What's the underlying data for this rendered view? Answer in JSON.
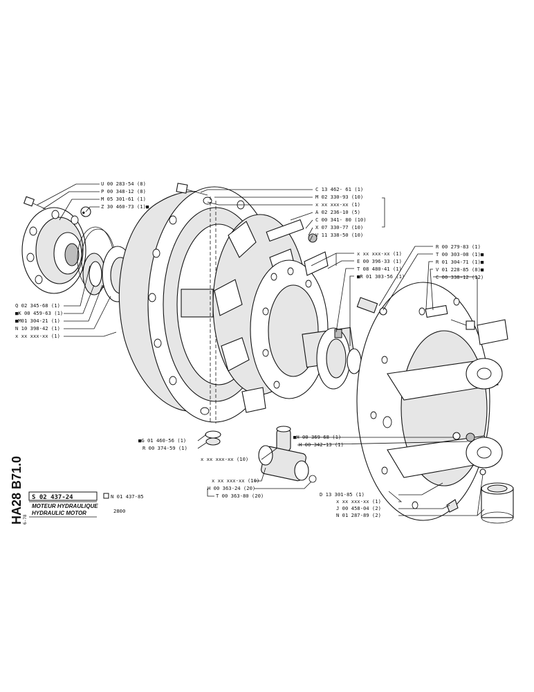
{
  "document": {
    "drawing_number": "S 02 437-24",
    "replaces": "N 01 437-85",
    "title_fr": "MOTEUR HYDRAULIQUE",
    "title_en": "HYDRAULIC MOTOR",
    "model": "2800",
    "side_code": "HA28 B71.0",
    "side_small": "6-78"
  },
  "labels_top_left": [
    "U 00 283-54 (8)",
    "P 00 348-12 (8)",
    "M 05 301-61 (1)",
    "Z 30 460-73 (1)■"
  ],
  "labels_left": [
    "Q 02 345-68 (1)",
    "■K 00 459-63 (1)",
    "■M01 304-21 (1)",
    "N 10 398-42 (1)",
    "x xx xxx-xx (1)"
  ],
  "labels_top_center": [
    "C 13 462- 61 (1)",
    "M 02 330-93 (10)",
    "x xx xxx-xx (1)",
    "A 02 236-10 (5)",
    "C 00 341- 80 (10)",
    "X 07 330-77 (10)",
    "V 11 338-50 (10)"
  ],
  "labels_center_right": [
    "x xx xxx-xx (1)",
    "E 00 396-33 (1)",
    "T 08 480-41 (1)",
    "■R 01 303-56 (1)"
  ],
  "labels_right": [
    "R 00 279-83 (1)",
    "T 00 303-08 (1)■",
    "R 01 304-71 (1)■",
    "V 01 228-85 (8)■",
    "C 00 338-12 (12)"
  ],
  "labels_bottom_left": [
    "■G 01 460-56 (1)",
    "R 00 374-59 (1)"
  ],
  "labels_bottom_center": [
    "■H 00 369-68 (1)",
    "H 00 342-13 (1)"
  ],
  "label_pin": "x xx xxx-xx (10)",
  "labels_valve": [
    "x xx xxx-xx (10)",
    "H 00 363-24 (20)",
    "T 00 363-80 (20)"
  ],
  "labels_bottom_right": [
    "D 13 301-85 (1)",
    "x xx xxx-xx (1)",
    "J 00 458-04 (2)",
    "N 01 287-89 (2)"
  ]
}
